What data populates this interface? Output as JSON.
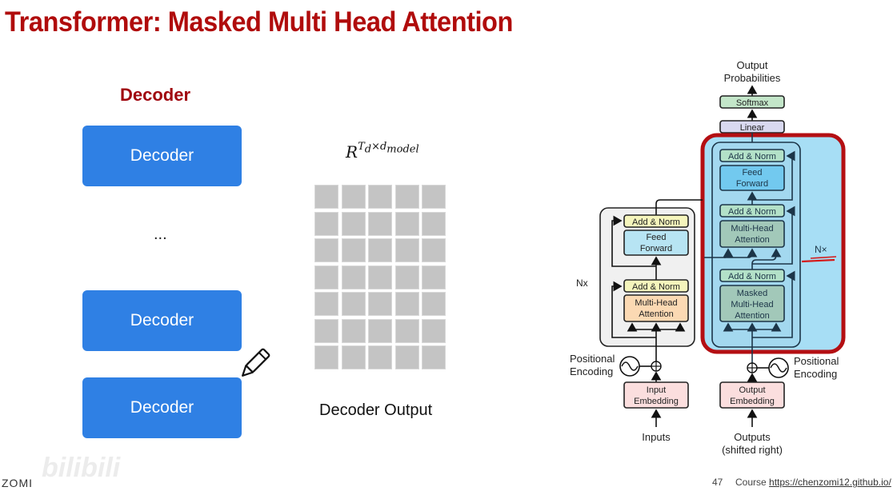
{
  "slide": {
    "title": "Transformer: Masked Multi Head Attention",
    "decoder_heading": "Decoder",
    "decoder_blocks": [
      "Decoder",
      "Decoder",
      "Decoder"
    ],
    "ellipsis": "...",
    "matrix": {
      "formula_base": "R",
      "formula_exp_T": "T",
      "formula_exp_d": "d",
      "formula_times": "×",
      "formula_dmodel": "d",
      "formula_dmodel_sub": "model",
      "rows": 7,
      "cols": 5,
      "caption": "Decoder Output"
    },
    "colors": {
      "title": "#b00c0c",
      "decoder_block": "#2f80e4",
      "highlight": "#c00000"
    }
  },
  "diagram": {
    "output_probabilities": [
      "Output",
      "Probabilities"
    ],
    "softmax": "Softmax",
    "linear": "Linear",
    "encoder": {
      "add_norm_top": "Add & Norm",
      "feed_forward": [
        "Feed",
        "Forward"
      ],
      "add_norm_bottom": "Add & Norm",
      "multi_head_attention": [
        "Multi-Head",
        "Attention"
      ],
      "nx": "Nx",
      "positional_encoding": [
        "Positional",
        "Encoding"
      ],
      "input_embedding": [
        "Input",
        "Embedding"
      ],
      "inputs": "Inputs"
    },
    "decoder": {
      "add_norm_1": "Add & Norm",
      "feed_forward": [
        "Feed",
        "Forward"
      ],
      "add_norm_2": "Add & Norm",
      "multi_head_attention": [
        "Multi-Head",
        "Attention"
      ],
      "add_norm_3": "Add & Norm",
      "masked_attention": [
        "Masked",
        "Multi-Head",
        "Attention"
      ],
      "nx": "N×",
      "positional_encoding": [
        "Positional",
        "Encoding"
      ],
      "output_embedding": [
        "Output",
        "Embedding"
      ],
      "outputs": [
        "Outputs",
        "(shifted right)"
      ]
    }
  },
  "footer": {
    "watermark_author": "ZOMI",
    "watermark_site": "bilibili",
    "page_number": "47",
    "course_label": "Course",
    "course_link": "https://chenzomi12.github.io/"
  }
}
